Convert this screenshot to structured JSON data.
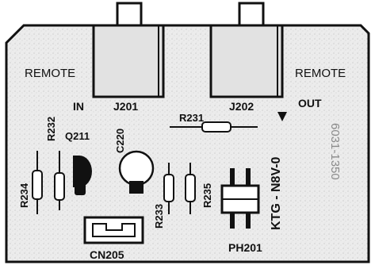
{
  "labels": {
    "remote_in_top": "REMOTE",
    "remote_in_bottom": "IN",
    "remote_out_top": "REMOTE",
    "remote_out_bottom": "OUT",
    "j201": "J201",
    "j202": "J202",
    "r231": "R231",
    "r232": "R232",
    "q211": "Q211",
    "c220": "C220",
    "r234": "R234",
    "r233": "R233",
    "r235": "R235",
    "board_code": "KTG - N8V-0",
    "cn205": "CN205",
    "ph201": "PH201",
    "side_code": "6031-1350"
  },
  "colors": {
    "ink": "#111111",
    "board": "#e9e9e9",
    "background": "#ffffff"
  }
}
